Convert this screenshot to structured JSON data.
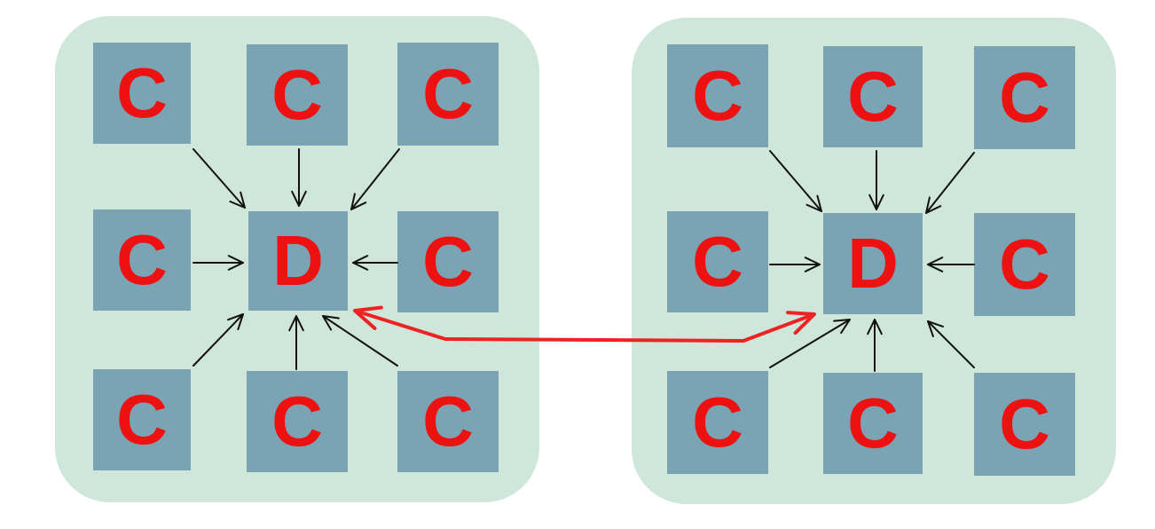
{
  "colors": {
    "background": "#ffffff",
    "panel": "#cfe6da",
    "node": "#7aa3b4",
    "label": "#ee1111",
    "arrow": "#111111",
    "link": "#ee2222"
  },
  "clusters": [
    {
      "name": "left",
      "hub": {
        "label": "D"
      },
      "clients": [
        {
          "label": "C"
        },
        {
          "label": "C"
        },
        {
          "label": "C"
        },
        {
          "label": "C"
        },
        {
          "label": "C"
        },
        {
          "label": "C"
        },
        {
          "label": "C"
        },
        {
          "label": "C"
        }
      ]
    },
    {
      "name": "right",
      "hub": {
        "label": "D"
      },
      "clients": [
        {
          "label": "C"
        },
        {
          "label": "C"
        },
        {
          "label": "C"
        },
        {
          "label": "C"
        },
        {
          "label": "C"
        },
        {
          "label": "C"
        },
        {
          "label": "C"
        },
        {
          "label": "C"
        }
      ]
    }
  ],
  "link": {
    "from": "left",
    "to": "right",
    "bidirectional": true
  }
}
